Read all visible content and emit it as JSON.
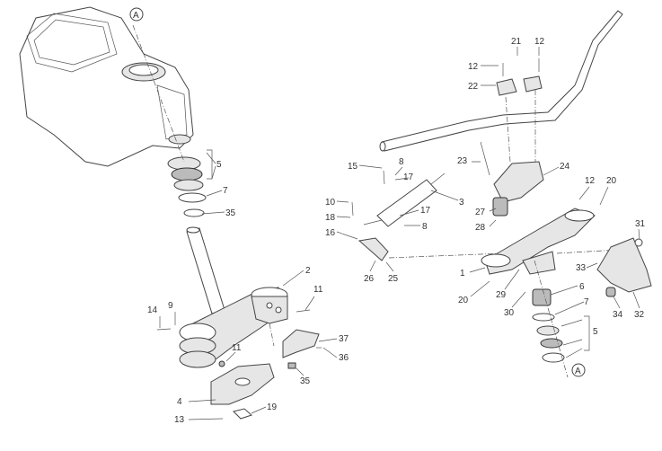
{
  "reference_marker": "A",
  "callouts": {
    "left": [
      "5",
      "7",
      "35",
      "2",
      "11",
      "14",
      "9",
      "11",
      "37",
      "36",
      "35",
      "4",
      "13",
      "19"
    ],
    "right": [
      "21",
      "12",
      "12",
      "22",
      "15",
      "8",
      "17",
      "3",
      "23",
      "24",
      "10",
      "18",
      "16",
      "17",
      "8",
      "27",
      "28",
      "12",
      "20",
      "31",
      "33",
      "1",
      "20",
      "26",
      "25",
      "29",
      "30",
      "6",
      "7",
      "5",
      "34",
      "32"
    ]
  }
}
